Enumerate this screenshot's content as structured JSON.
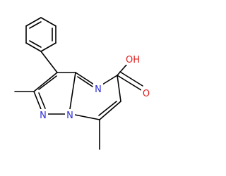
{
  "molecule": {
    "atom_labels": {
      "n4": "N",
      "n1": "N",
      "n7a": "N",
      "oh": "OH",
      "o": "O"
    },
    "colors": {
      "background": "#ffffff",
      "bond": "#000000",
      "nitrogen": "#2f2fd6",
      "oxygen": "#e01f1f"
    }
  }
}
